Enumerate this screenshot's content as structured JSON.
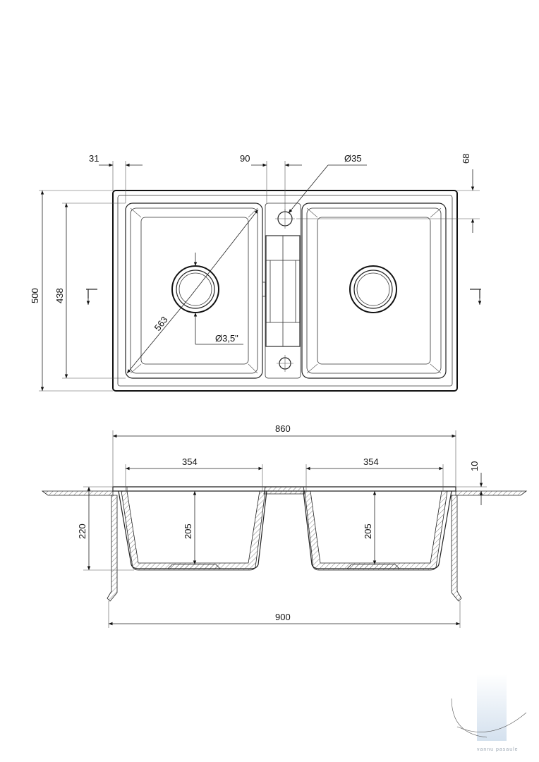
{
  "top_view": {
    "dim_31": "31",
    "dim_90": "90",
    "dim_d35": "Ø35",
    "dim_68": "68",
    "dim_500": "500",
    "dim_438": "438",
    "dim_563": "563",
    "dim_d35in": "Ø3,5\""
  },
  "section_view": {
    "dim_860": "860",
    "dim_354_left": "354",
    "dim_354_right": "354",
    "dim_10": "10",
    "dim_220": "220",
    "dim_205_left": "205",
    "dim_205_right": "205",
    "dim_900": "900"
  },
  "watermark": {
    "text": "vannu pasaule"
  },
  "colors": {
    "line": "#111111",
    "background": "#ffffff",
    "watermark": "#c9d9ea"
  }
}
